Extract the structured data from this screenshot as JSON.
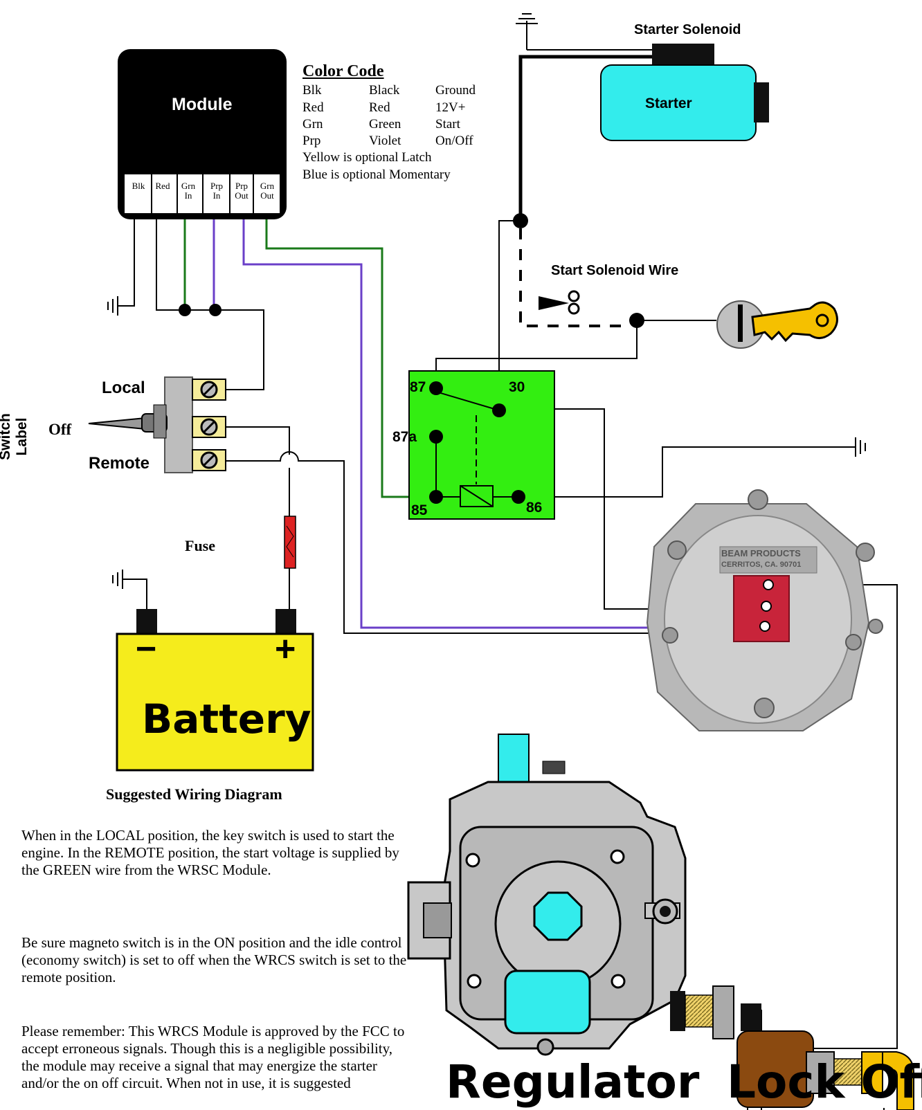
{
  "module": {
    "title": "Module",
    "terminals": [
      {
        "line1": "Blk",
        "line2": ""
      },
      {
        "line1": "Red",
        "line2": ""
      },
      {
        "line1": "Grn",
        "line2": "In"
      },
      {
        "line1": "Prp",
        "line2": "In"
      },
      {
        "line1": "Prp",
        "line2": "Out"
      },
      {
        "line1": "Grn",
        "line2": "Out"
      }
    ]
  },
  "color_code": {
    "heading": "Color Code",
    "rows": [
      {
        "abbr": "Blk",
        "color": "Black",
        "function": "Ground"
      },
      {
        "abbr": "Red",
        "color": "Red",
        "function": "12V+"
      },
      {
        "abbr": "Grn",
        "color": "Green",
        "function": "Start"
      },
      {
        "abbr": "Prp",
        "color": "Violet",
        "function": "On/Off"
      }
    ],
    "note_yellow": "Yellow is optional Latch",
    "note_blue": "Blue is optional Momentary"
  },
  "labels": {
    "starter_solenoid": "Starter Solenoid",
    "starter": "Starter",
    "start_solenoid_wire": "Start Solenoid Wire",
    "switch_label": "Switch Label",
    "local": "Local",
    "off": "Off",
    "remote": "Remote",
    "fuse": "Fuse",
    "battery": "Battery",
    "battery_minus": "−",
    "battery_plus": "+",
    "relay_87": "87",
    "relay_30": "30",
    "relay_87a": "87a",
    "relay_85": "85",
    "relay_86": "86",
    "valve_line1": "BEAM PRODUCTS",
    "valve_line2": "CERRITOS, CA. 90701",
    "suggested": "Suggested Wiring Diagram",
    "regulator": "Regulator",
    "lock_off": "Lock Off"
  },
  "paragraphs": {
    "p1": "When in the LOCAL position, the key switch is used to start the engine.  In the REMOTE position, the start voltage is supplied by the GREEN wire from the WRSC Module.",
    "p2": "Be sure magneto switch is in the ON position and the idle control (economy switch) is set to off when the WRCS switch is set to the remote position.",
    "p3": "Please remember: This WRCS Module is approved by the FCC to accept erroneous signals.  Though this is a negligible possibility, the module may receive a signal that may energize the starter and/or the on off circuit.  When not in use, it is suggested"
  },
  "colors": {
    "wire_black": "#000000",
    "wire_green": "#1a7a1a",
    "wire_violet": "#6a3fc8",
    "relay_fill": "#33ee11",
    "starter_fill": "#33ecec",
    "battery_fill": "#f5ec1c",
    "fuse_fill": "#dd2222",
    "key_fill": "#f5c000",
    "regulator_fill": "#c8c8c8",
    "lockoff_fill": "#8b4a10"
  }
}
